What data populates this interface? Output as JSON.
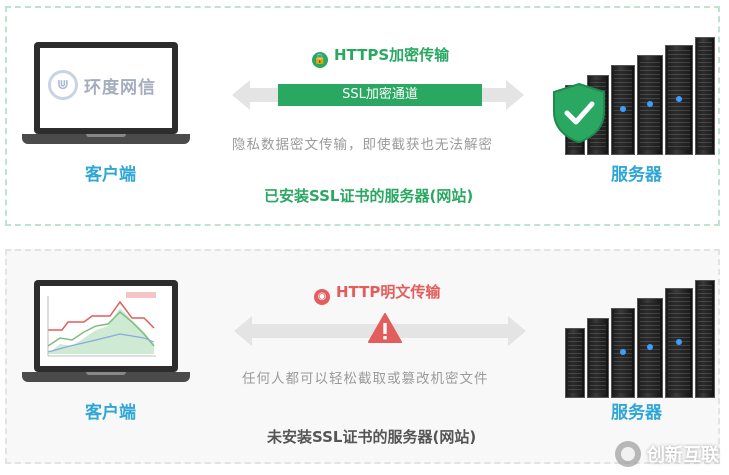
{
  "top": {
    "logo_text": "环度网信",
    "client_label": "客户端",
    "server_label": "服务器",
    "protocol_label": "HTTPS加密传输",
    "tunnel_label": "SSL加密通道",
    "description": "隐私数据密文传输，即使截获也无法解密",
    "caption": "已安装SSL证书的服务器(网站)"
  },
  "bottom": {
    "client_label": "客户端",
    "server_label": "服务器",
    "protocol_label": "HTTP明文传输",
    "description": "任何人都可以轻松截取或篡改机密文件",
    "caption": "未安装SSL证书的服务器(网站)"
  },
  "watermark": {
    "text": "创新互联"
  },
  "colors": {
    "green": "#2aa862",
    "blue": "#2fa7d6",
    "red": "#e35d5d",
    "arrow_gray": "#e4e4e4"
  }
}
